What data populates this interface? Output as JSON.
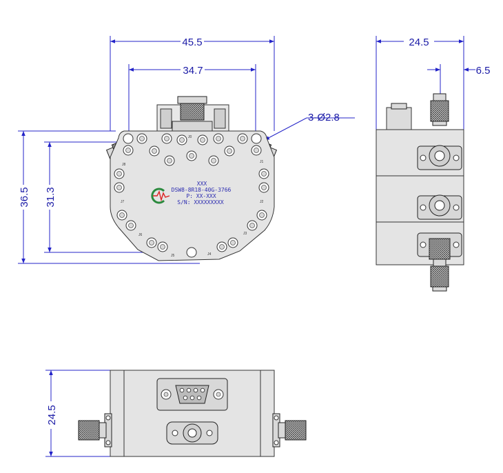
{
  "dimensions": {
    "top_width": "45.5",
    "inner_width": "34.7",
    "hole_spec": "3-Ø2.8",
    "left_height": "36.5",
    "inner_height": "31.3",
    "side_width": "24.5",
    "side_offset": "6.5",
    "bottom_height": "24.5"
  },
  "label": {
    "line1": "XXX",
    "line2": "DSW8-8R18-40G-3766",
    "line3": "P: XX-XXX",
    "line4": "S/N: XXXXXXXXX"
  },
  "ports": {
    "j0": "J0",
    "j1": "J1",
    "j2": "J2",
    "j3": "J3",
    "j4": "J4",
    "j5": "J5",
    "j6": "J6",
    "j7": "J7",
    "j8": "J8"
  },
  "colors": {
    "dimension": "#1a1aa6",
    "body": "#e4e4e4",
    "logo": "#2b8a3e"
  }
}
